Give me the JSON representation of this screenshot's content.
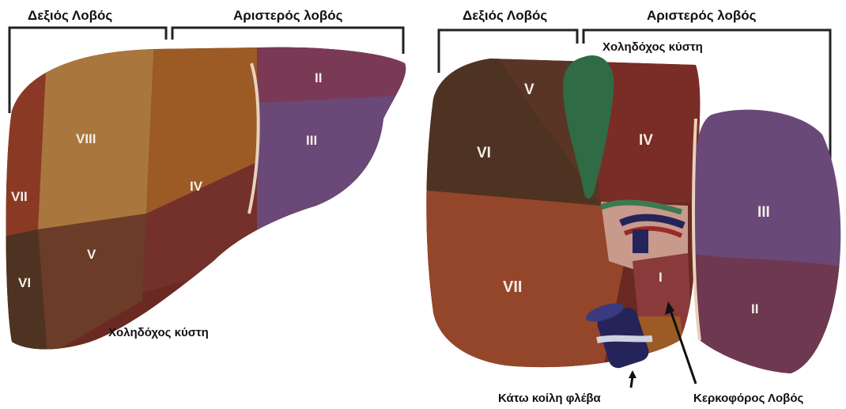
{
  "colors": {
    "brown_dark": "#4e3322",
    "brown_mid": "#7a3a24",
    "ochre": "#a9773e",
    "orange_brown": "#9c5a25",
    "maroon": "#6a2a22",
    "purple": "#6a4878",
    "gall_green": "#2f6b45",
    "vein_navy": "#25245a",
    "vein_red": "#9a2a2a"
  },
  "left_view": {
    "right_lobe_label": "Δεξιός Λοβός",
    "left_lobe_label": "Αριστερός λοβός",
    "gallbladder_label": "Χοληδόχος κύστη",
    "segments": {
      "s2": "II",
      "s3": "III",
      "s4": "IV",
      "s5": "V",
      "s6": "VI",
      "s7": "VII",
      "s8": "VIII"
    }
  },
  "right_view": {
    "right_lobe_label": "Δεξιός Λοβός",
    "left_lobe_label": "Αριστερός λοβός",
    "gallbladder_label": "Χοληδόχος κύστη",
    "ivc_label": "Κάτω κοίλη φλέβα",
    "caudate_label": "Κερκοφόρος Λοβός",
    "segments": {
      "s1": "I",
      "s2": "II",
      "s3": "III",
      "s4": "IV",
      "s5": "V",
      "s6": "VI",
      "s7": "VII"
    }
  }
}
